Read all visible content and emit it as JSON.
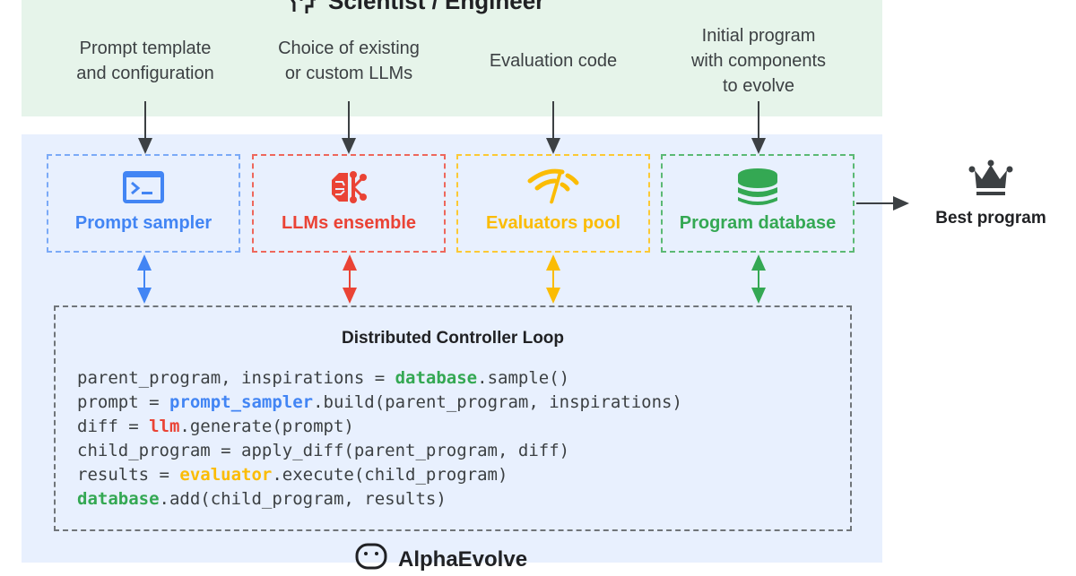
{
  "top_panel": {
    "title": "Scientist / Engineer",
    "title_icon": "head-puzzle-icon",
    "inputs": [
      {
        "id": "prompt",
        "lines": [
          "Prompt template",
          "and configuration"
        ]
      },
      {
        "id": "llm",
        "lines": [
          "Choice of existing",
          "or custom LLMs"
        ]
      },
      {
        "id": "eval",
        "lines": [
          "Evaluation code"
        ]
      },
      {
        "id": "program",
        "lines": [
          "Initial program",
          "with components",
          "to evolve"
        ]
      }
    ]
  },
  "components": [
    {
      "id": "prompt-sampler",
      "label": "Prompt sampler",
      "icon": "terminal-icon",
      "color": "#4285f4",
      "border": "#7baaf7"
    },
    {
      "id": "llms-ensemble",
      "label": "LLMs ensemble",
      "icon": "ai-brain-icon",
      "color": "#ea4335",
      "border": "#ee675c"
    },
    {
      "id": "evaluators-pool",
      "label": "Evaluators pool",
      "icon": "gauge-icon",
      "color": "#fbbc04",
      "border": "#fcc934"
    },
    {
      "id": "program-database",
      "label": "Program database",
      "icon": "database-icon",
      "color": "#34a853",
      "border": "#5bb974"
    }
  ],
  "output": {
    "label": "Best program",
    "icon": "crown-icon"
  },
  "loop": {
    "title": "Distributed Controller Loop",
    "code_lines": [
      [
        {
          "t": "parent_program, inspirations = "
        },
        {
          "t": "database",
          "c": "#34a853"
        },
        {
          "t": ".sample()"
        }
      ],
      [
        {
          "t": "prompt = "
        },
        {
          "t": "prompt_sampler",
          "c": "#4285f4"
        },
        {
          "t": ".build(parent_program, inspirations)"
        }
      ],
      [
        {
          "t": "diff = "
        },
        {
          "t": "llm",
          "c": "#ea4335"
        },
        {
          "t": ".generate(prompt)"
        }
      ],
      [
        {
          "t": "child_program = apply_diff(parent_program, diff)"
        }
      ],
      [
        {
          "t": "results = "
        },
        {
          "t": "evaluator",
          "c": "#fbbc04"
        },
        {
          "t": ".execute(child_program)"
        }
      ],
      [
        {
          "t": "database",
          "c": "#34a853"
        },
        {
          "t": ".add(child_program, results)"
        }
      ]
    ]
  },
  "bottom_panel": {
    "title": "AlphaEvolve",
    "title_icon": "robot-face-icon"
  },
  "colors": {
    "top_bg": "#e6f4ea",
    "bottom_bg": "#e8f0fe",
    "dark": "#3c4043"
  }
}
